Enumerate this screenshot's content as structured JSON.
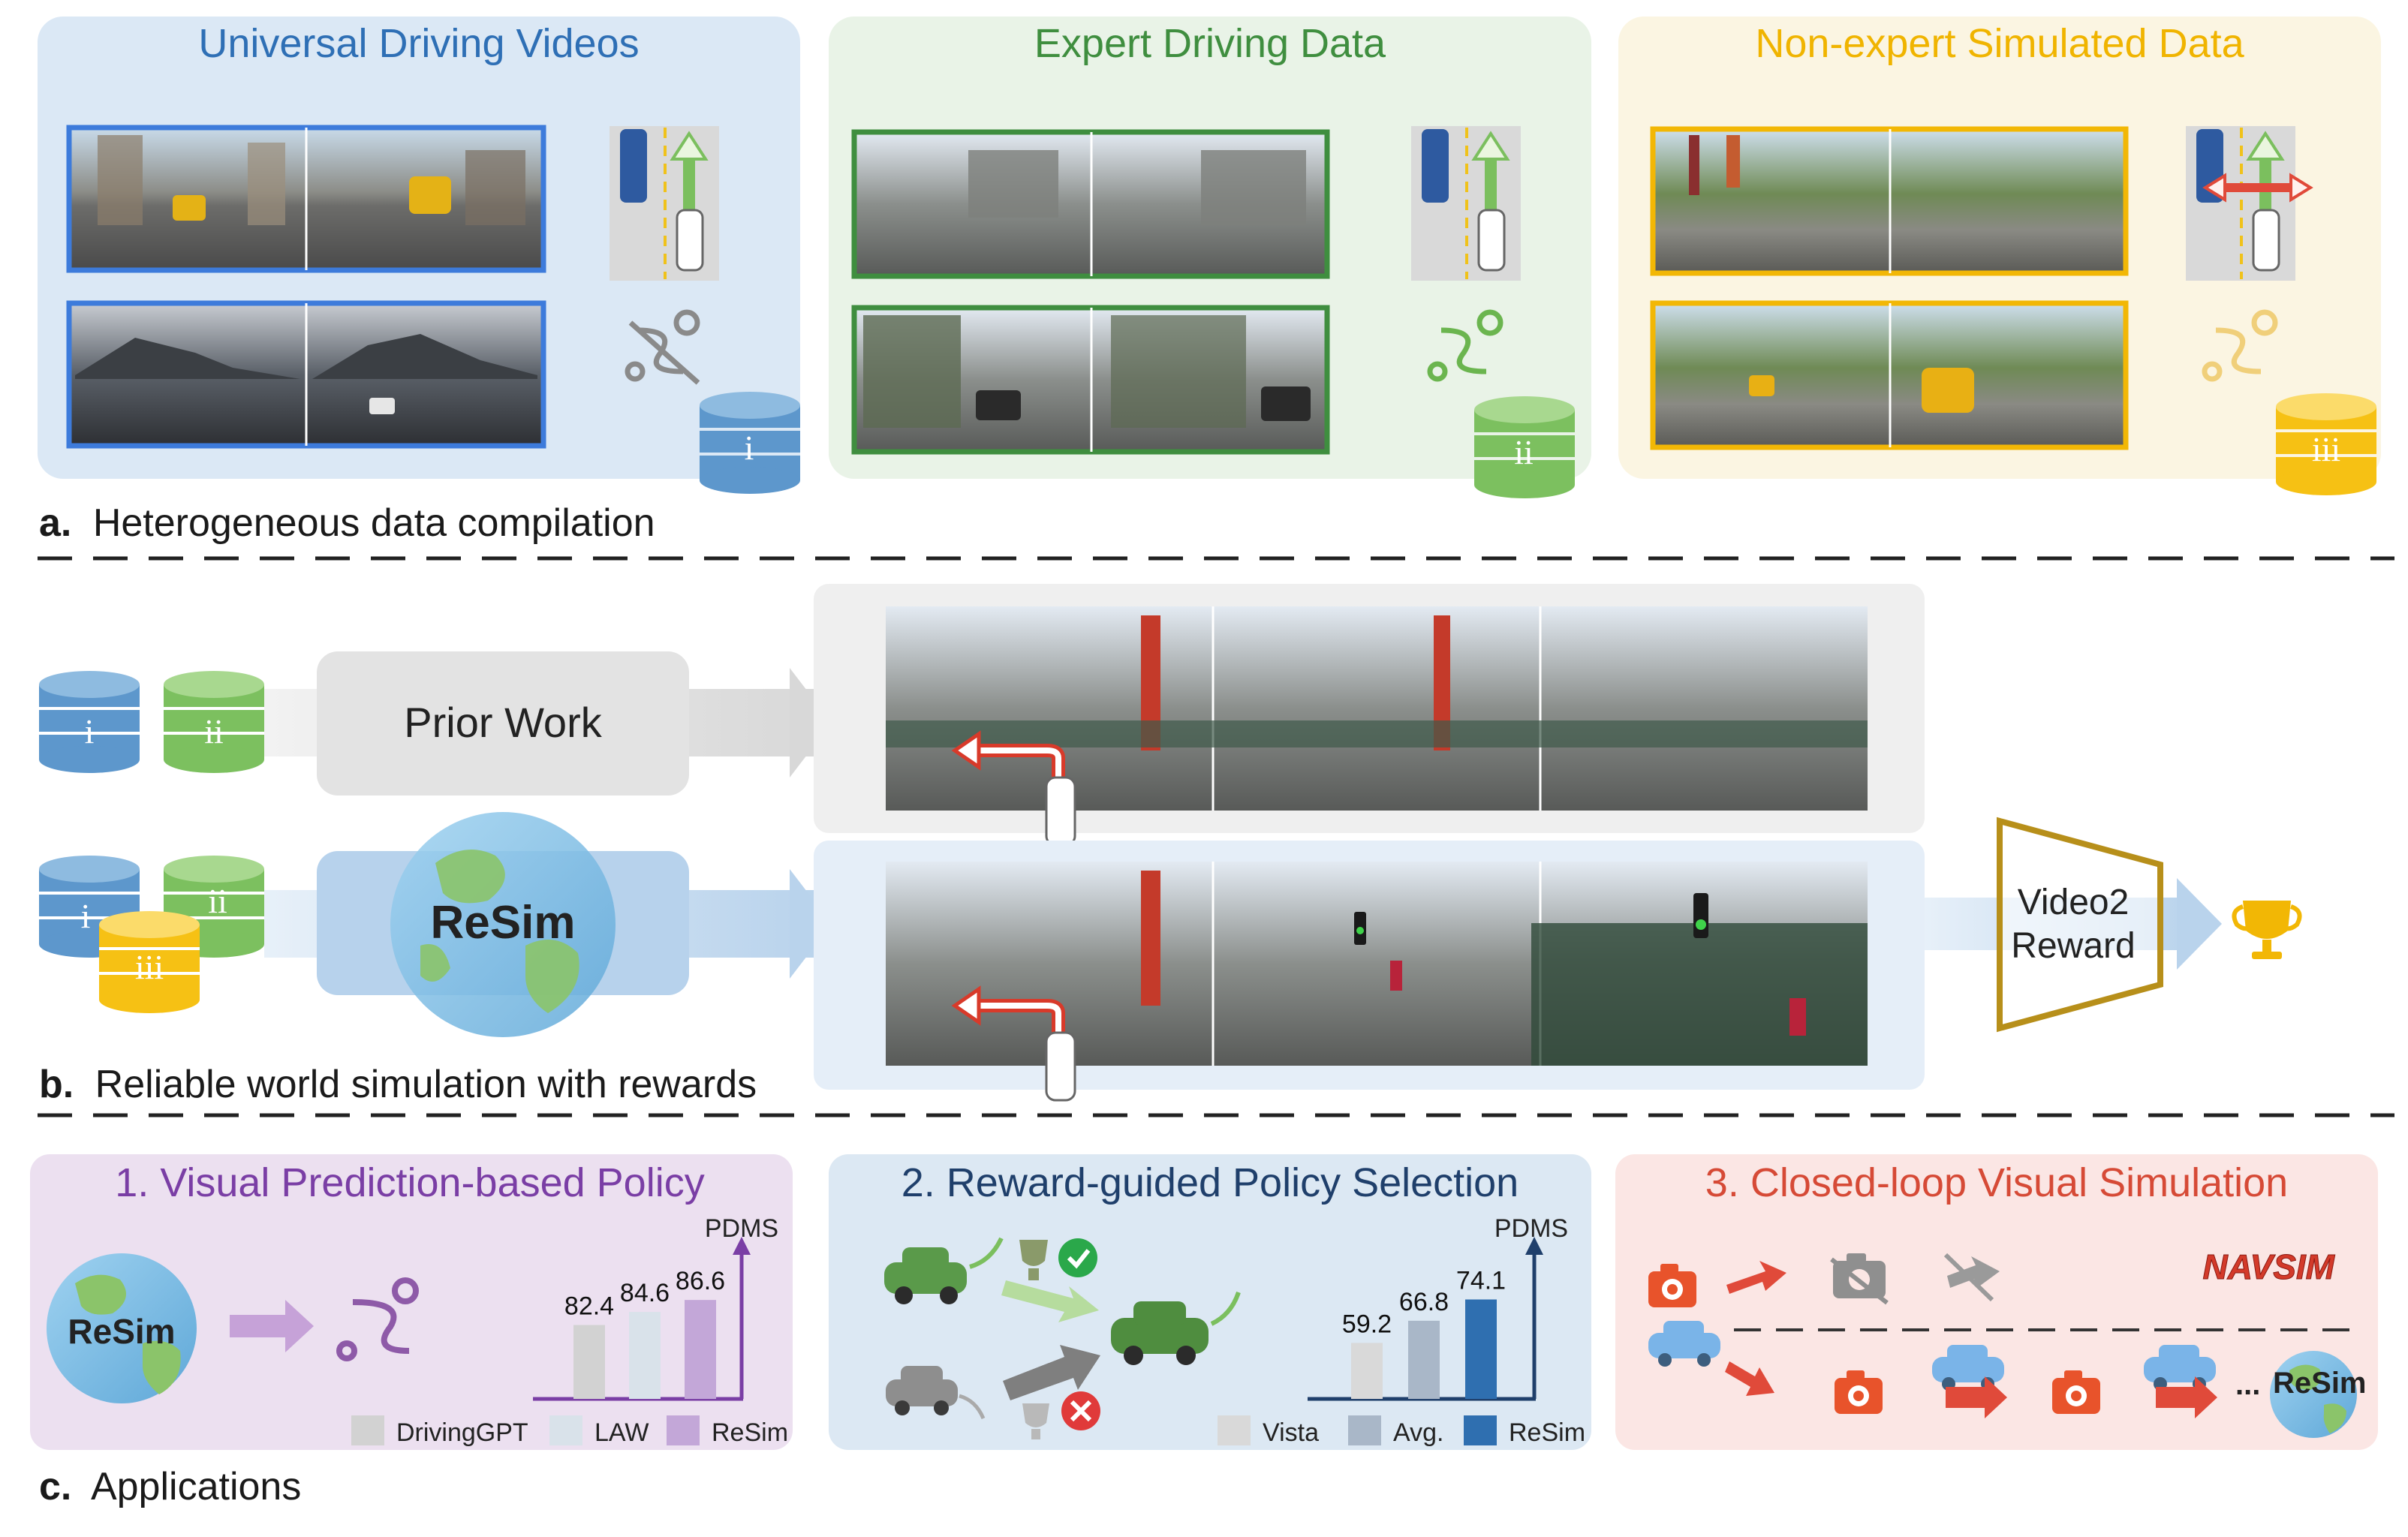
{
  "panel_a": {
    "caption_letter": "a.",
    "caption": "Heterogeneous data compilation",
    "groups": [
      {
        "title": "Universal Driving Videos",
        "color": "#2e6fb5",
        "db_label": "i"
      },
      {
        "title": "Expert Driving Data",
        "color": "#3f8e3f",
        "db_label": "ii"
      },
      {
        "title": "Non-expert Simulated Data",
        "color": "#f0b400",
        "db_label": "iii"
      }
    ]
  },
  "panel_b": {
    "caption_letter": "b.",
    "caption": "Reliable world simulation with rewards",
    "prior_work": "Prior Work",
    "resim": "ReSim",
    "db_labels": [
      "i",
      "ii",
      "iii"
    ],
    "reward_model_line1": "Video2",
    "reward_model_line2": "Reward"
  },
  "panel_c": {
    "caption_letter": "c.",
    "caption": "Applications",
    "app1": {
      "title": "1. Visual Prediction-based Policy",
      "globe_label": "ReSim",
      "metric": "PDMS",
      "chart_data": {
        "type": "bar",
        "categories": [
          "DrivingGPT",
          "LAW",
          "ReSim"
        ],
        "values": [
          82.4,
          84.6,
          86.6
        ],
        "ylabel": "PDMS",
        "colors": [
          "#d2d2d2",
          "#d9e2ea",
          "#c3a7d8"
        ]
      }
    },
    "app2": {
      "title": "2. Reward-guided Policy Selection",
      "metric": "PDMS",
      "chart_data": {
        "type": "bar",
        "categories": [
          "Vista",
          "Avg.",
          "ReSim"
        ],
        "values": [
          59.2,
          66.8,
          74.1
        ],
        "ylabel": "PDMS",
        "colors": [
          "#d9d9d9",
          "#a9b7c8",
          "#2f6fb0"
        ]
      }
    },
    "app3": {
      "title": "3. Closed-loop Visual Simulation",
      "navsim_logo": "NAVSIM",
      "ellipsis": "...",
      "resim_label": "ReSim"
    }
  },
  "colors": {
    "blue_panel": "#dbe8f5",
    "green_panel": "#e9f3e7",
    "yellow_panel": "#fbf5e2",
    "purple_panel": "#ece0f0",
    "lightblue_panel": "#dce8f3",
    "pink_panel": "#fbe6e4"
  }
}
